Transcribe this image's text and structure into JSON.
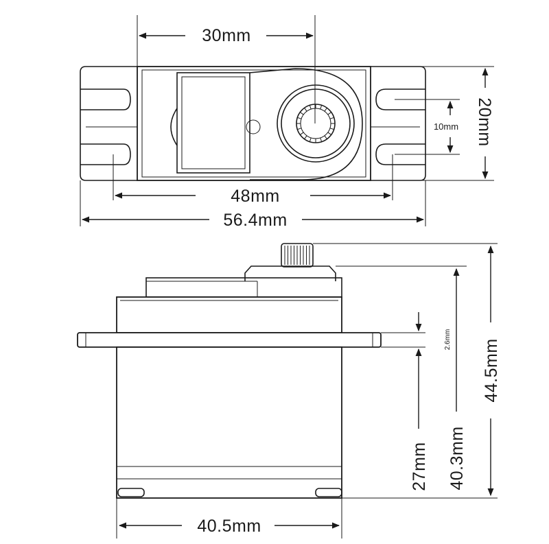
{
  "top_view": {
    "width_30": "30mm",
    "height_20": "20mm",
    "hole_spacing_10": "10mm",
    "hole_span_48": "48mm",
    "overall_56": "56.4mm"
  },
  "side_view": {
    "flange_thickness": "2.6mm",
    "height_total": "44.5mm",
    "height_body": "40.3mm",
    "height_flange": "27mm",
    "width_body": "40.5mm"
  }
}
